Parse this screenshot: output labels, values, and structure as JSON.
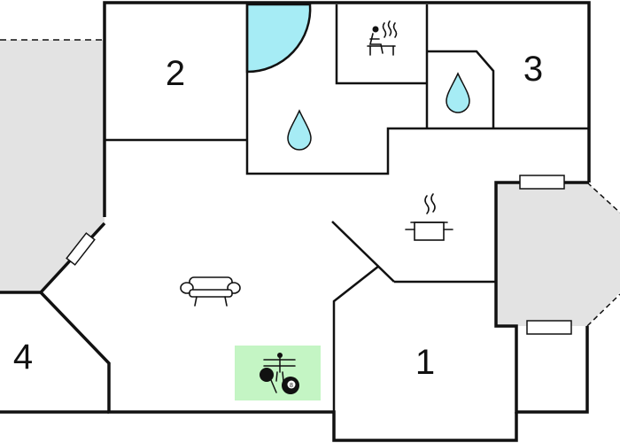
{
  "rooms": [
    {
      "id": "room-1",
      "label": "1"
    },
    {
      "id": "room-2",
      "label": "2"
    },
    {
      "id": "room-3",
      "label": "3"
    },
    {
      "id": "room-4",
      "label": "4"
    }
  ],
  "icons": {
    "sauna": "sauna-icon",
    "water_drop": "water-drop-icon",
    "cooking_pot": "cooking-pot-icon",
    "sofa": "sofa-icon",
    "game_room": "game-room-icon"
  },
  "colors": {
    "wall": "#111111",
    "terrace": "#e3e3e3",
    "water": "#a6ecf5",
    "activity": "#c4f5c4",
    "background": "#ffffff"
  }
}
